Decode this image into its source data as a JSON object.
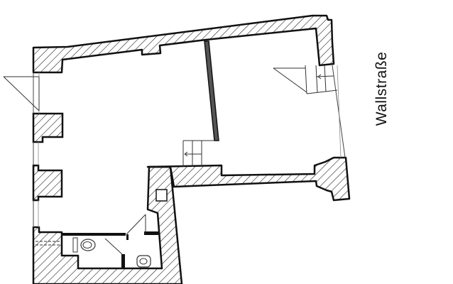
{
  "plan": {
    "type": "floor-plan",
    "street_label": "Wallstraße",
    "colors": {
      "wall_stroke": "#111111",
      "hatch": "#222222",
      "background": "#ffffff"
    },
    "rooms": [
      {
        "name": "left-room"
      },
      {
        "name": "right-room"
      },
      {
        "name": "wc-1"
      },
      {
        "name": "wc-2"
      }
    ]
  }
}
